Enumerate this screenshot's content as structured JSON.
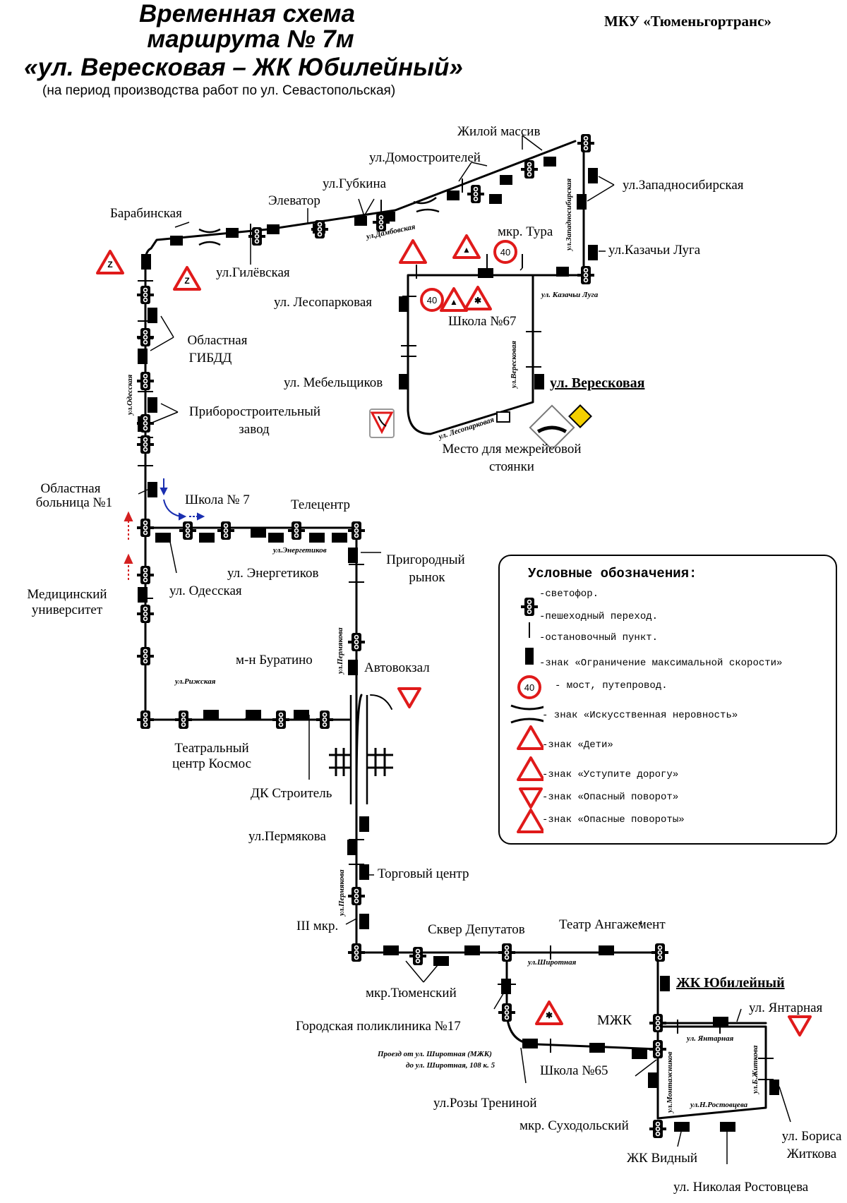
{
  "header": {
    "title_line1": "Временная схема",
    "title_line2": "маршрута № 7м",
    "title_line3": "«ул. Вересковая – ЖК Юбилейный»",
    "subtitle": "(на период производства работ по ул. Севастопольская)",
    "organization": "МКУ «Тюменьгортранс»"
  },
  "stops": {
    "zhiloy_massiv": "Жилой массив",
    "domostroiteley": "ул.Домостроителей",
    "gubkina": "ул.Губкина",
    "elevator": "Элеватор",
    "barabinskaya": "Барабинская",
    "gilevskaya": "ул.Гилёвская",
    "zapadnosibirskaya": "ул.Западносибирская",
    "kazachi_luga": "ул.Казачьи Луга",
    "mkr_tura": "мкр. Тура",
    "lesoparkovaya": "ул. Лесопарковая",
    "shkola67": "Школа №67",
    "oblastnaya_gibdd_1": "Областная",
    "oblastnaya_gibdd_2": "ГИБДД",
    "mebeltsikov": "ул. Мебельщиков",
    "vereskovaya": "ул. Вересковая",
    "priborostroitelny_1": "Приборостроительный",
    "priborostroitelny_2": "завод",
    "mesto_1": "Место для межрейсовой",
    "mesto_2": "стоянки",
    "bolnitsa_1": "Областная",
    "bolnitsa_2": "больница №1",
    "shkola7": "Школа № 7",
    "telecentr": "Телецентр",
    "prigorodny_1": "Пригородный",
    "prigorodny_2": "рынок",
    "energetikov": "ул. Энергетиков",
    "odesskaya": "ул. Одесская",
    "med_univ_1": "Медицинский",
    "med_univ_2": "университет",
    "buratino": "м-н Буратино",
    "avtovokzal": "Автовокзал",
    "teatr_kosmos_1": "Театральный",
    "teatr_kosmos_2": "центр Космос",
    "dk_stroitel": "ДК Строитель",
    "permyakova": "ул.Пермякова",
    "torgovy": "Торговый центр",
    "iii_mkr": "III мкр.",
    "skver": "Сквер Депутатов",
    "angazhement": "Театр Ангажемент",
    "tyumensky": "мкр.Тюменский",
    "zhk_yubileyny": "ЖК Юбилейный",
    "yantarnaya": "ул. Янтарная",
    "poliklinika": "Городская поликлиника №17",
    "mzhk": "МЖК",
    "shkola65": "Школа №65",
    "rozy_treninoy": "ул.Розы Трениной",
    "sukhodolsky": "мкр. Суходольский",
    "borisa_1": "ул. Бориса",
    "borisa_2": "Житкова",
    "zhk_vidny": "ЖК Видный",
    "rostovtseva": "ул. Николая Ростовцева"
  },
  "streets": {
    "dambovskaya": "ул.Дамбовская",
    "zapadnosibirskaya": "ул.Западносибирская",
    "kazachi_luga": "ул. Казачьи Луга",
    "odesskaya": "ул.Одесская",
    "vereskovaya": "ул.Вересковая",
    "lesoparkovaya": "ул. Лесопарковая",
    "energetikov": "ул.Энергетиков",
    "permyakova_1": "ул.Пермякова",
    "rizhskaya": "ул.Рижская",
    "permyakova_2": "ул.Пермякова",
    "shirotnaya": "ул.Широтная",
    "yantarnaya": "ул. Янтарная",
    "montazhnikov": "ул.Монтажников",
    "b_zhitkova": "ул.Б.Житкова",
    "n_rostovtseva": "ул.Н.Ростовцева",
    "proezd_1": "Проезд от ул. Широтная (МЖК)",
    "proezd_2": "до ул. Широтная, 108 к. 5"
  },
  "legend": {
    "title": "Условные обозначения:",
    "traffic_light": "-светофор.",
    "crosswalk": "-пешеходный переход.",
    "stop": "-остановочный пункт.",
    "speed_limit": "-знак «Ограничение максимальной скорости»",
    "speed_value": "40",
    "bridge": "- мост, путепровод.",
    "bump": "- знак «Искусственная неровность»",
    "children": "-знак «Дети»",
    "yield": "-знак «Уступите дорогу»",
    "dangerous_turn": "-знак «Опасный поворот»",
    "dangerous_turns": "-знак «Опасные повороты»"
  },
  "colors": {
    "route": "#000000",
    "sign_red": "#e01a1a",
    "arrow_blue": "#1a2fb0",
    "arrow_red": "#d42020",
    "sign_yellow": "#f4d000"
  }
}
